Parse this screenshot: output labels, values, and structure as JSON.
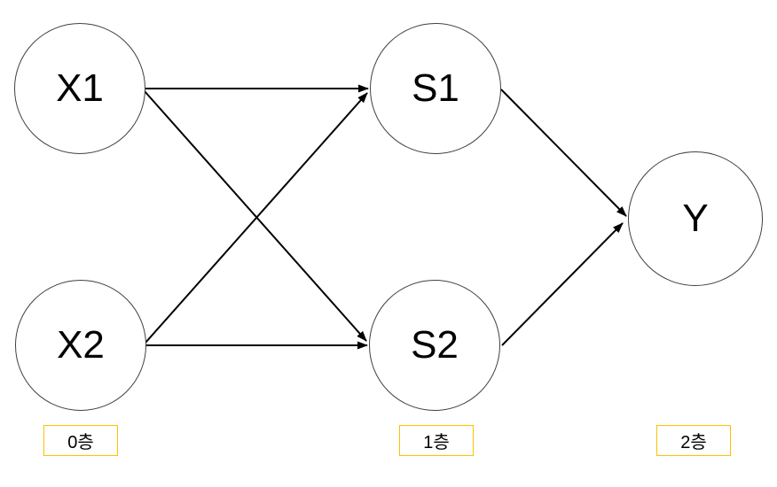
{
  "diagram": {
    "type": "neural-network-layer-diagram",
    "background": "#ffffff",
    "colors": {
      "node_fill": "#ffffff",
      "node_border": "#404040",
      "edge": "#000000",
      "layer_label_border": "#ffc000",
      "text": "#000000"
    },
    "nodes": [
      {
        "id": "X1",
        "label": "X1",
        "layer": 0
      },
      {
        "id": "X2",
        "label": "X2",
        "layer": 0
      },
      {
        "id": "S1",
        "label": "S1",
        "layer": 1
      },
      {
        "id": "S2",
        "label": "S2",
        "layer": 1
      },
      {
        "id": "Y",
        "label": "Y",
        "layer": 2
      }
    ],
    "edges": [
      {
        "from": "X1",
        "to": "S1"
      },
      {
        "from": "X1",
        "to": "S2"
      },
      {
        "from": "X2",
        "to": "S1"
      },
      {
        "from": "X2",
        "to": "S2"
      },
      {
        "from": "S1",
        "to": "Y"
      },
      {
        "from": "S2",
        "to": "Y"
      }
    ],
    "layer_labels": [
      {
        "label": "0층"
      },
      {
        "label": "1층"
      },
      {
        "label": "2층"
      }
    ]
  }
}
